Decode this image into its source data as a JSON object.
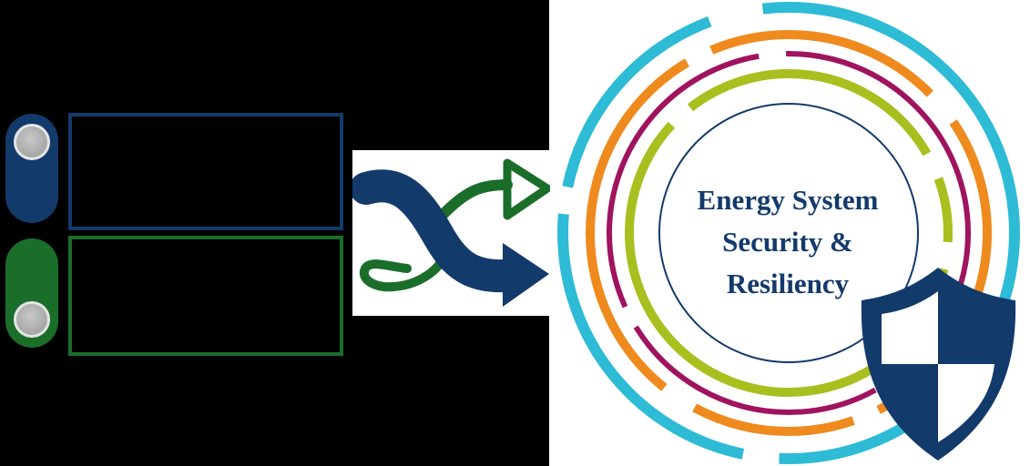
{
  "colors": {
    "navy": "#123a6b",
    "green": "#1b6e2a",
    "cyan": "#2dbbd6",
    "orange": "#ef8a1e",
    "magenta": "#a0135e",
    "lime": "#a8bf1f",
    "title_text": "#123a6b"
  },
  "switches": [
    {
      "state": "up",
      "color": "navy"
    },
    {
      "state": "down",
      "color": "green"
    }
  ],
  "center": {
    "line1": "Energy System",
    "line2": "Security &",
    "line3": "Resiliency"
  },
  "icons": [
    "shuffle-arrows-icon",
    "shield-icon"
  ]
}
